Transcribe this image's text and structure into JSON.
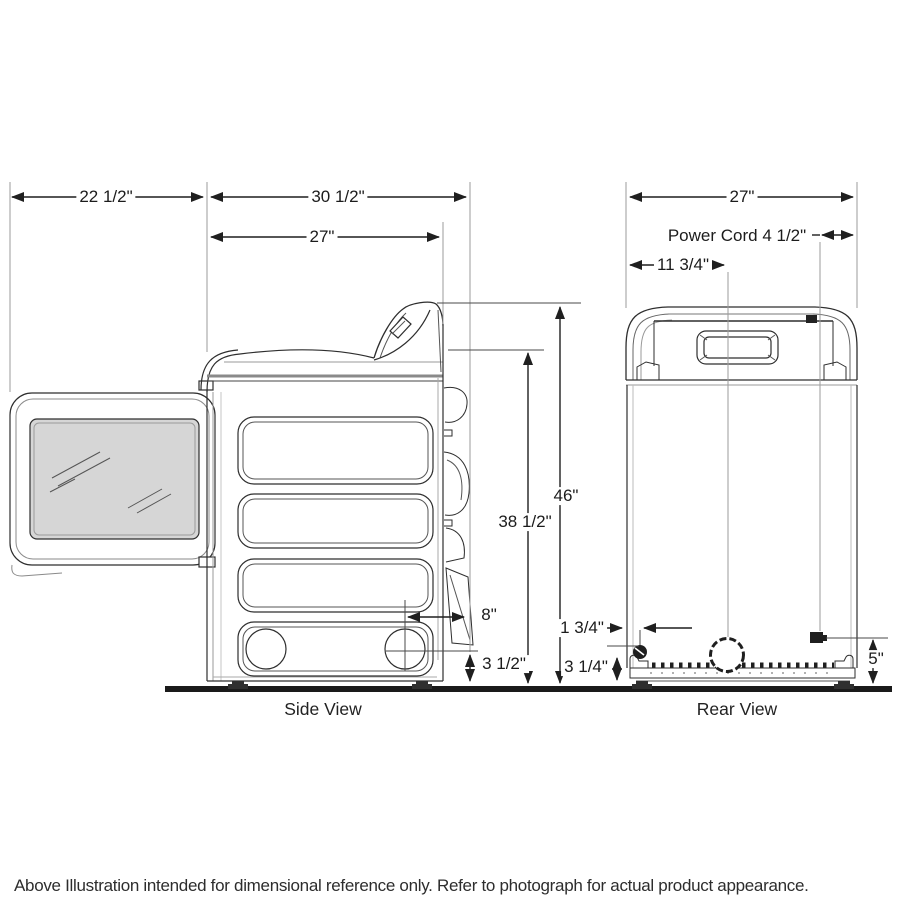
{
  "diagram": {
    "type": "appliance-dimension-drawing",
    "views": {
      "side": {
        "label": "Side View"
      },
      "rear": {
        "label": "Rear View"
      }
    },
    "dims": {
      "door_open_depth": "22 1/2\"",
      "total_depth": "30 1/2\"",
      "body_depth": "27\"",
      "height_to_console": "46\"",
      "height_to_top": "38 1/2\"",
      "vent_to_rear": "8\"",
      "vent_height_side": "3 1/2\"",
      "rear_width": "27\"",
      "power_cord": "Power Cord 4 1/2\"",
      "vent_offset_from_left": "11 3/4\"",
      "gas_offset_from_left": "1 3/4\"",
      "gas_height": "3 1/4\"",
      "cord_exit_height": "5\""
    },
    "caption": "Above Illustration intended for dimensional reference only. Refer to photograph for actual product appearance.",
    "colors": {
      "line": "#2e2e2e",
      "dimension": "#1f1f1f",
      "extension": "#9b9b9b",
      "glass": "#d6d6d6",
      "floor": "#1a1a1a"
    }
  }
}
